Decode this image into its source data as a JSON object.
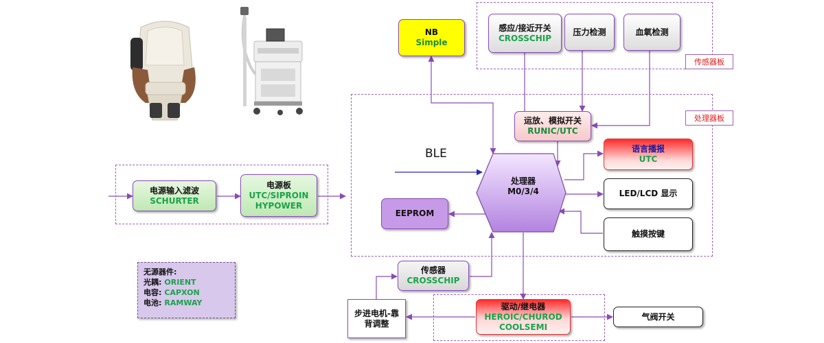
{
  "labels": {
    "sensor_board": "传感器板",
    "processor_board": "处理器板",
    "ble": "BLE"
  },
  "blocks": {
    "nb": {
      "title": "NB",
      "vendor": "Simple"
    },
    "proximity": {
      "title": "感应/接近开关",
      "vendor": "CROSSCHIP"
    },
    "pressure": {
      "title": "压力检测"
    },
    "oxygen": {
      "title": "血氧检测"
    },
    "opamp": {
      "title": "运放、模拟开关",
      "vendor": "RUNIC/UTC"
    },
    "voice": {
      "title": "语言播报",
      "vendor": "UTC"
    },
    "processor": {
      "title": "处理器",
      "subtitle": "M0/3/4"
    },
    "display": {
      "title": "LED/LCD 显示"
    },
    "touch": {
      "title": "触摸按键"
    },
    "eeprom": {
      "title": "EEPROM"
    },
    "filter": {
      "title": "电源输入滤波",
      "vendor": "SCHURTER"
    },
    "power": {
      "title": "电源板",
      "vendor1": "UTC/SIPROIN",
      "vendor2": "HYPOWER"
    },
    "sensor": {
      "title": "传感器",
      "vendor": "CROSSCHIP"
    },
    "driver": {
      "title": "驱动/继电器",
      "vendor1": "HEROIC/CHUROD",
      "vendor2": "COOLSEMI"
    },
    "stepper": {
      "line1": "步进电机-靠",
      "line2": "背调整"
    },
    "valve": {
      "title": "气阀开关"
    }
  },
  "legend": {
    "title": "无源器件:",
    "rows": [
      {
        "label": "光耦:",
        "value": "ORIENT"
      },
      {
        "label": "电容:",
        "value": "CAPXON"
      },
      {
        "label": "电池:",
        "value": "RAMWAY"
      }
    ]
  },
  "colors": {
    "line": "#8a4bb8",
    "yellow": "#ffff00",
    "green_light": "#cdeec4",
    "purple": "#c79ae8",
    "red_top": "#ff2b2b",
    "pink": "#f9d5d5",
    "grey": "#e3e3e3"
  }
}
